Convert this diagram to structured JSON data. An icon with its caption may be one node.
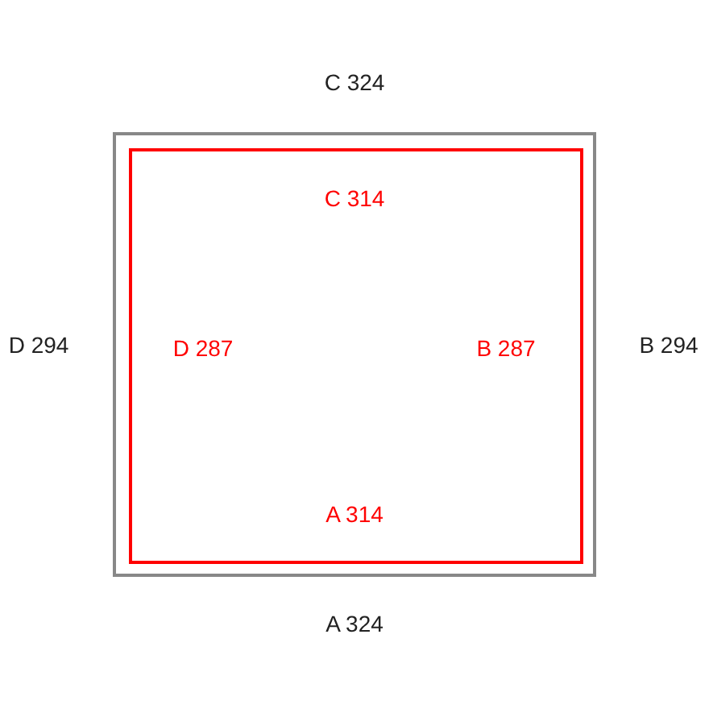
{
  "diagram": {
    "nodes": [
      {
        "text": [],
        "shape": "box",
        "beside": [
          "C 324",
          "D 294",
          "B 294",
          "A 324"
        ]
      },
      {
        "text": [
          "C 314",
          "D 287",
          "B 287",
          "A 314"
        ],
        "in": 0
      }
    ]
  }
}
